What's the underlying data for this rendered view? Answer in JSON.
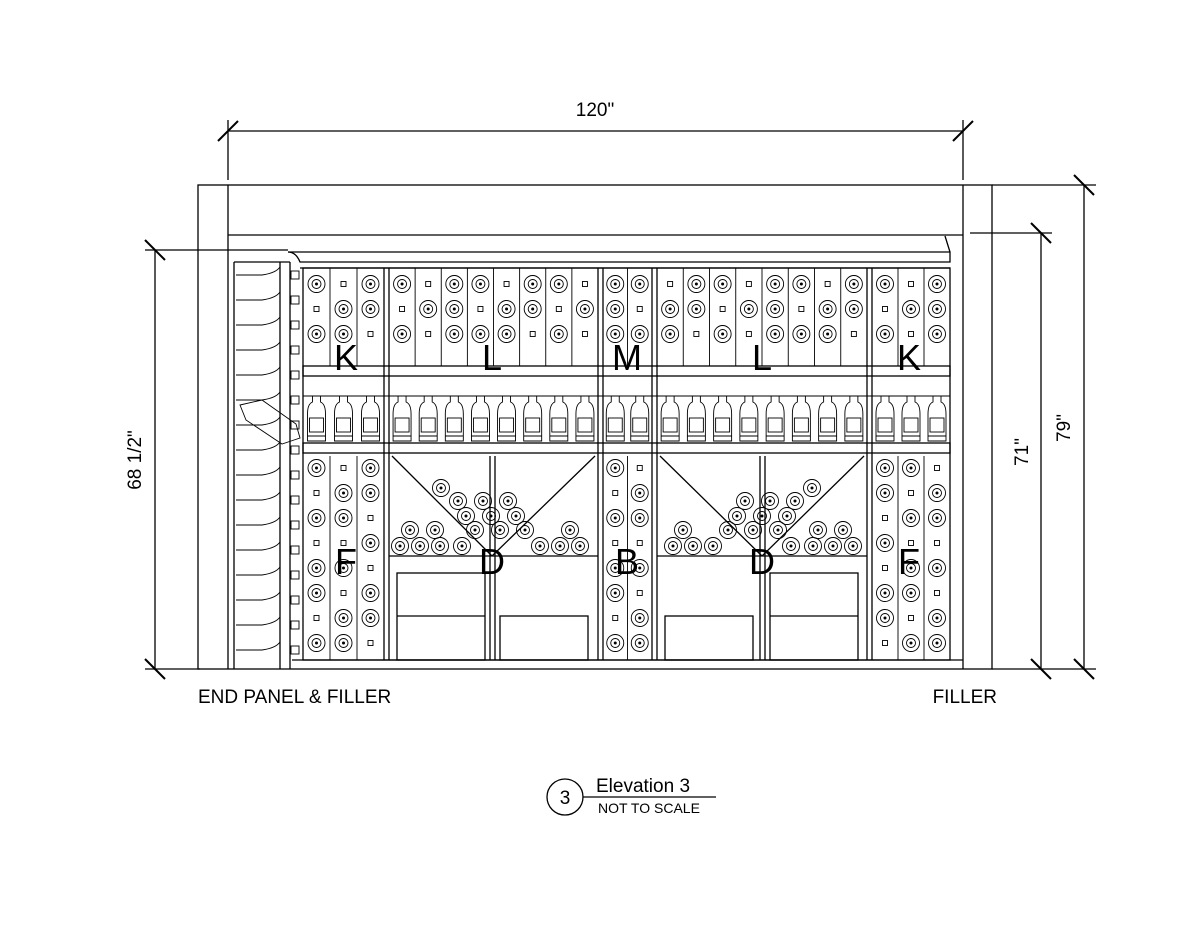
{
  "dimensions": {
    "width": "120\"",
    "height_left": "68 1/2\"",
    "height_right_inner": "71\"",
    "height_right_outer": "79\""
  },
  "labels": {
    "left_panel": "END PANEL & FILLER",
    "right_panel": "FILLER"
  },
  "sections": {
    "top": [
      "K",
      "L",
      "M",
      "L",
      "K"
    ],
    "bottom": [
      "F",
      "D",
      "B",
      "D",
      "F"
    ]
  },
  "title_block": {
    "number": "3",
    "title": "Elevation 3",
    "scale": "NOT TO SCALE"
  }
}
